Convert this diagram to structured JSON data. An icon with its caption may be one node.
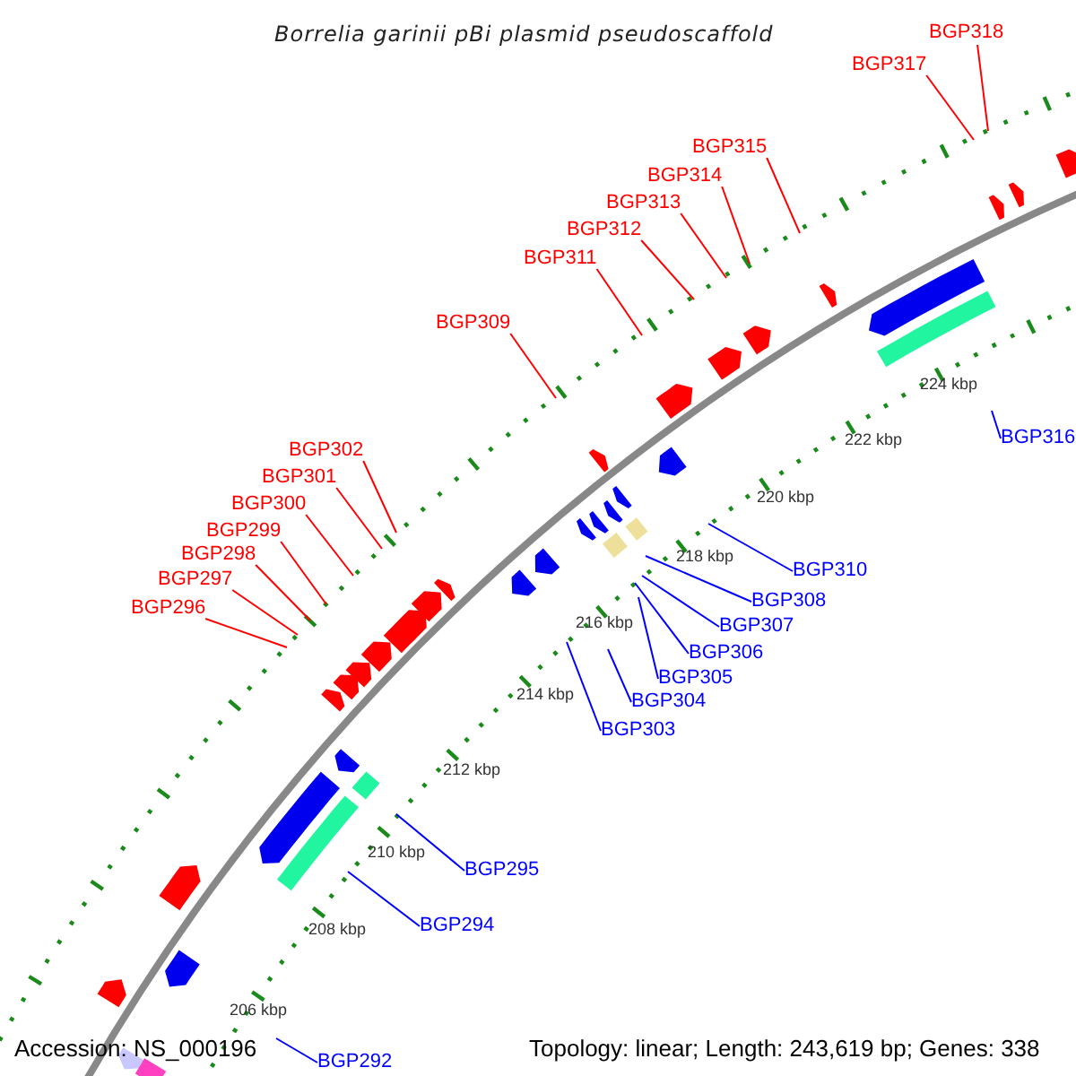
{
  "diagram": {
    "title": "Borrelia garinii pBi plasmid pseudoscaffold",
    "nodes": [
      {
        "text": [
          "BGP318"
        ]
      },
      {
        "text": [
          "BGP317"
        ]
      },
      {
        "text": [
          "BGP315"
        ]
      },
      {
        "text": [
          "BGP314"
        ]
      },
      {
        "text": [
          "BGP313"
        ]
      },
      {
        "text": [
          "BGP312"
        ]
      },
      {
        "text": [
          "BGP311"
        ]
      },
      {
        "text": [
          "BGP309"
        ]
      },
      {
        "text": [
          "BGP316"
        ]
      },
      {
        "text": [
          "BGP302"
        ]
      },
      {
        "text": [
          "BGP301"
        ]
      },
      {
        "text": [
          "BGP300"
        ]
      },
      {
        "text": [
          "BGP299"
        ]
      },
      {
        "text": [
          "BGP298"
        ]
      },
      {
        "text": [
          "BGP297"
        ]
      },
      {
        "text": [
          "BGP296"
        ]
      },
      {
        "text": [
          "BGP310"
        ]
      },
      {
        "text": [
          "BGP308"
        ]
      },
      {
        "text": [
          "BGP307"
        ]
      },
      {
        "text": [
          "BGP306"
        ]
      },
      {
        "text": [
          "BGP305"
        ]
      },
      {
        "text": [
          "BGP304"
        ]
      },
      {
        "text": [
          "BGP303"
        ]
      },
      {
        "text": [
          "BGP295"
        ]
      },
      {
        "text": [
          "BGP294"
        ]
      },
      {
        "text": [
          "BGP292"
        ]
      }
    ],
    "edges": [
      {
        "from": 0,
        "to": null,
        "arrow": "none"
      },
      {
        "from": 1,
        "to": null,
        "arrow": "none"
      },
      {
        "from": 2,
        "to": null,
        "arrow": "none"
      },
      {
        "from": 3,
        "to": null,
        "arrow": "none"
      },
      {
        "from": 4,
        "to": null,
        "arrow": "none"
      },
      {
        "from": 5,
        "to": null,
        "arrow": "none"
      },
      {
        "from": 6,
        "to": null,
        "arrow": "none"
      },
      {
        "from": 7,
        "to": null,
        "arrow": "none"
      },
      {
        "from": 8,
        "to": null,
        "arrow": "none",
        "color": "#0000ff"
      },
      {
        "from": 9,
        "to": null,
        "arrow": "none"
      },
      {
        "from": 10,
        "to": null,
        "arrow": "none"
      },
      {
        "from": 11,
        "to": null,
        "arrow": "none"
      },
      {
        "from": 12,
        "to": null,
        "arrow": "none"
      },
      {
        "from": 13,
        "to": null,
        "arrow": "none"
      },
      {
        "from": 14,
        "to": null,
        "arrow": "none"
      },
      {
        "from": 15,
        "to": null,
        "arrow": "none"
      },
      {
        "from": 16,
        "to": null,
        "arrow": "none",
        "color": "#0000ff"
      },
      {
        "from": 17,
        "to": null,
        "arrow": "none",
        "color": "#0000ff"
      },
      {
        "from": 18,
        "to": null,
        "arrow": "none",
        "color": "#0000ff"
      },
      {
        "from": 19,
        "to": null,
        "arrow": "none",
        "color": "#0000ff"
      },
      {
        "from": 20,
        "to": null,
        "arrow": "none",
        "color": "#0000ff"
      },
      {
        "from": 21,
        "to": null,
        "arrow": "none",
        "color": "#0000ff"
      },
      {
        "from": 22,
        "to": null,
        "arrow": "none",
        "color": "#0000ff"
      },
      {
        "from": 23,
        "to": null,
        "arrow": "none",
        "color": "#0000ff"
      },
      {
        "from": 24,
        "to": null,
        "arrow": "none",
        "color": "#0000ff"
      },
      {
        "from": 25,
        "to": null,
        "arrow": "none",
        "color": "#0000ff"
      }
    ],
    "labels": [
      "224 kbp",
      "222 kbp",
      "220 kbp",
      "218 kbp",
      "216 kbp",
      "214 kbp",
      "212 kbp",
      "210 kbp",
      "208 kbp",
      "206 kbp",
      "Accession: NS_000196",
      "Topology: linear; Length: 243,619 bp; Genes: 338"
    ]
  }
}
